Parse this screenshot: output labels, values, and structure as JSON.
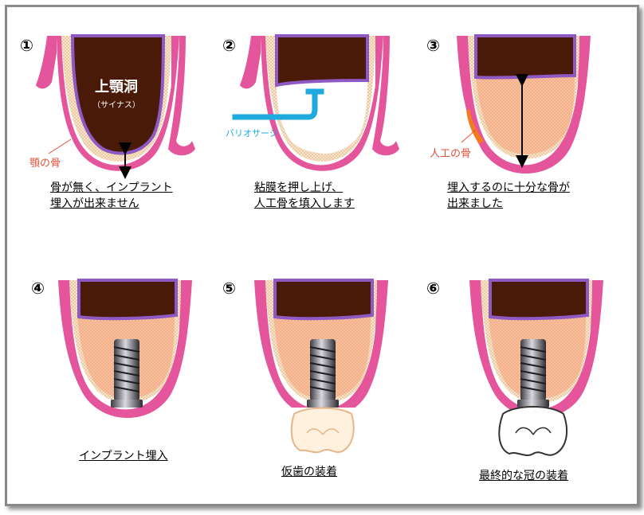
{
  "steps": [
    {
      "number": "①",
      "caption_line1": "骨が無く、インプラント",
      "caption_line2": "埋入が出来ません",
      "sinus_label": "上顎洞",
      "sinus_sub": "（サイナス）",
      "bone_label": "顎の骨"
    },
    {
      "number": "②",
      "caption_line1": "粘膜を押し上げ、",
      "caption_line2": "人工骨を填入します",
      "tool_label": "バリオサージ"
    },
    {
      "number": "③",
      "caption_line1": "埋入するのに十分な骨が",
      "caption_line2": "出来ました",
      "graft_label": "人工の骨"
    },
    {
      "number": "④",
      "caption_line1": "インプラント埋入"
    },
    {
      "number": "⑤",
      "caption_line1": "仮歯の装着"
    },
    {
      "number": "⑥",
      "caption_line1": "最終的な冠の装着"
    }
  ],
  "colors": {
    "gum": "#e5559b",
    "sinus": "#4a1a08",
    "membrane": "#8f59c4",
    "bone": "#f3dcbd",
    "graft": "#f6b894",
    "tool": "#1eaadf",
    "bone_label": "#e0503a"
  }
}
